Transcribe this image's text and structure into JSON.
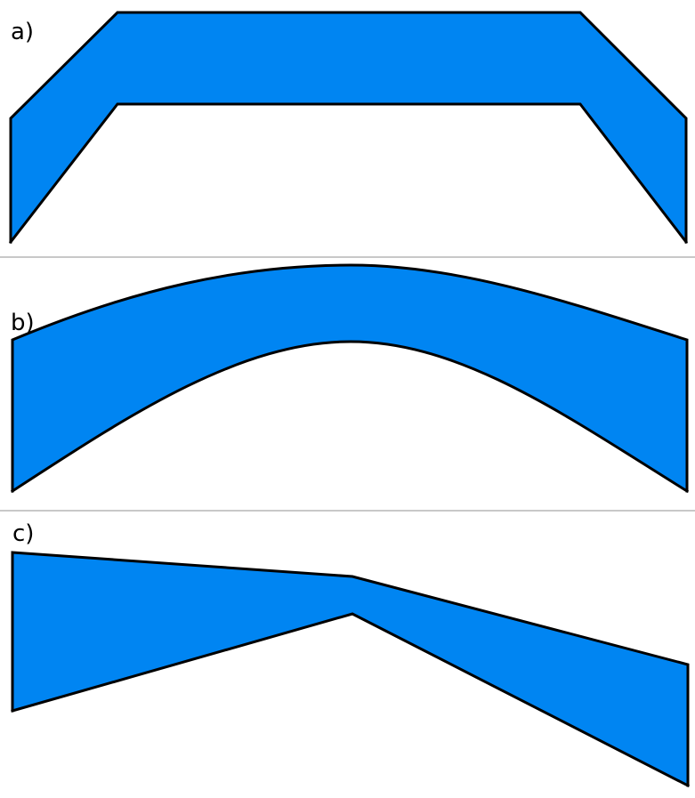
{
  "panels": [
    {
      "label": "a)",
      "shape": "angular-bridge"
    },
    {
      "label": "b)",
      "shape": "curved-arch"
    },
    {
      "label": "c)",
      "shape": "bent-wedge"
    }
  ],
  "colors": {
    "fill": "#0085f2",
    "outline": "#000000",
    "inner_edge": "#ffffff",
    "divider": "#c8c8c8",
    "background": "#ffffff"
  }
}
